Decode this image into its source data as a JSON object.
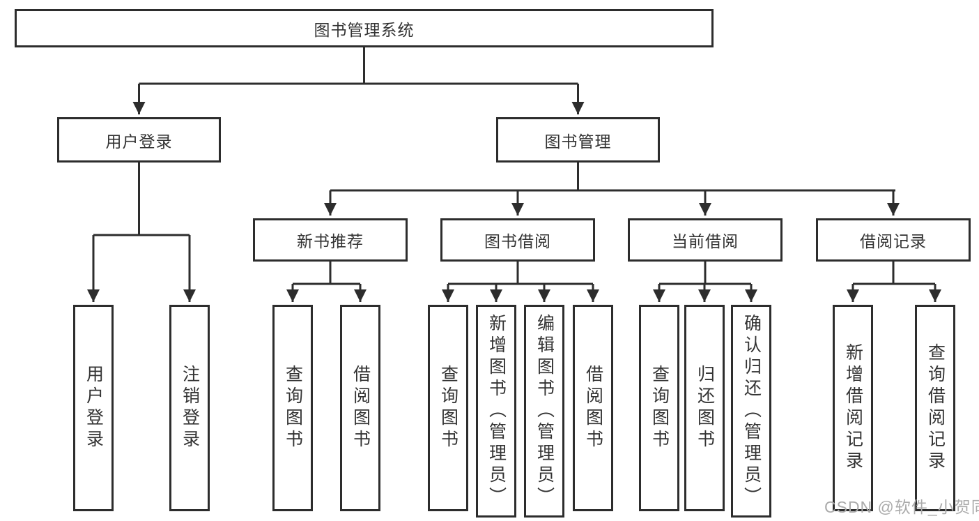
{
  "root": {
    "label": "图书管理系统"
  },
  "level2": [
    {
      "id": "user-login",
      "label": "用户登录",
      "children": [
        "用户登录",
        "注销登录"
      ]
    },
    {
      "id": "book-management",
      "label": "图书管理"
    }
  ],
  "level3": [
    {
      "id": "new-book-recommend",
      "label": "新书推荐",
      "children": [
        "查询图书",
        "借阅图书"
      ]
    },
    {
      "id": "book-borrow",
      "label": "图书借阅",
      "children": [
        "查询图书",
        "新增图书（管理员）",
        "编辑图书（管理员）",
        "借阅图书"
      ]
    },
    {
      "id": "current-borrow",
      "label": "当前借阅",
      "children": [
        "查询图书",
        "归还图书",
        "确认归还（管理员）"
      ]
    },
    {
      "id": "borrow-record",
      "label": "借阅记录",
      "children": [
        "新增借阅记录",
        "查询借阅记录"
      ]
    }
  ],
  "watermark": "CSDN @软件_小贺同学",
  "colors": {
    "line": "#2d2d2d",
    "text": "#333333",
    "watermark": "#ababab",
    "background": "#ffffff"
  }
}
